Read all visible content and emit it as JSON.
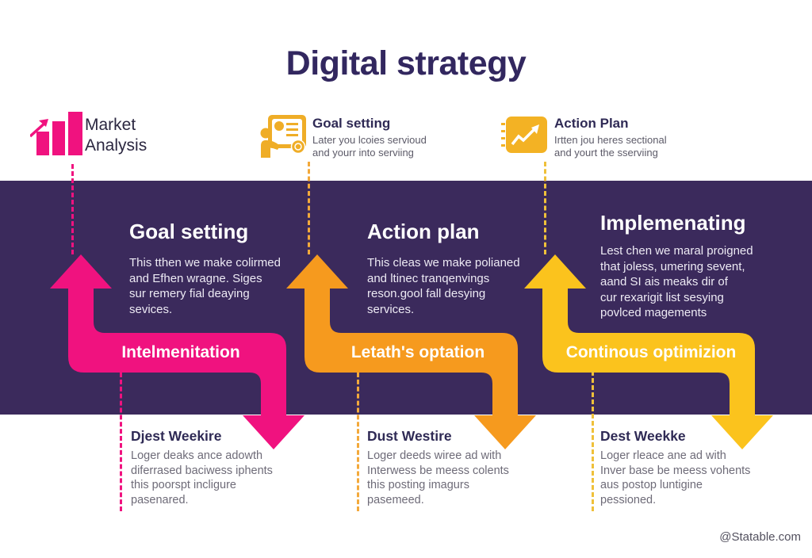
{
  "title": "Digital strategy",
  "colors": {
    "background": "#FFFFFF",
    "band_purple": "#3B2A5C",
    "title_purple": "#32275F",
    "pink": "#F0127F",
    "orange": "#F69A1E",
    "yellow": "#FBC31D",
    "icon_amber": "#EFAD27",
    "icon_gold": "#F3B224",
    "heading_dark": "#2F2A55",
    "body_gray": "#6E6B78"
  },
  "top_row": [
    {
      "icon": "bar-chart-icon",
      "title": "Market Analysis"
    },
    {
      "icon": "presentation-icon",
      "title": "Goal setting",
      "lines": [
        "Later you lcoies servioud",
        "and yourr into serviing"
      ]
    },
    {
      "icon": "trend-chart-icon",
      "title": "Action Plan",
      "lines": [
        "Irtten jou heres sectional",
        "and yourt the sserviing"
      ]
    }
  ],
  "band": {
    "columns": [
      {
        "heading": "Goal setting",
        "lines": [
          "This tthen we make colirmed",
          "and Efhen wragne. Siges",
          "sur remery fial deaying",
          "sevices."
        ]
      },
      {
        "heading": "Action plan",
        "lines": [
          "This cleas we make polianed",
          "and ltinec tranqenvings",
          "reson.gool fall desying",
          "services."
        ]
      },
      {
        "heading": "Implemenating",
        "lines": [
          "Lest chen we maral proigned",
          "that joless, umering sevent,",
          "aand SI ais meaks dir of",
          "cur rexarigit list sesying",
          "povlced magements"
        ]
      }
    ]
  },
  "arrows": [
    {
      "label": "Intelmenitation",
      "color": "#F0127F"
    },
    {
      "label": "Letath's optation",
      "color": "#F69A1E"
    },
    {
      "label": "Continous optimizion",
      "color": "#FBC31D"
    }
  ],
  "bottom_row": [
    {
      "heading": "Djest Weekire",
      "lines": [
        "Loger deaks ance adowth",
        "diferrased baciwess iphents",
        "this poorspt incligure",
        "pasenared."
      ]
    },
    {
      "heading": "Dust Westire",
      "lines": [
        "Loger deeds wiree ad with",
        "Interwess be meess colents",
        "this posting imagurs",
        "pasemeed."
      ]
    },
    {
      "heading": "Dest Weekke",
      "lines": [
        "Loger rleace ane ad with",
        "Inver base be meess vohents",
        "aus postop luntigine",
        "pessioned."
      ]
    }
  ],
  "footer": {
    "text": "@Statable.com"
  }
}
